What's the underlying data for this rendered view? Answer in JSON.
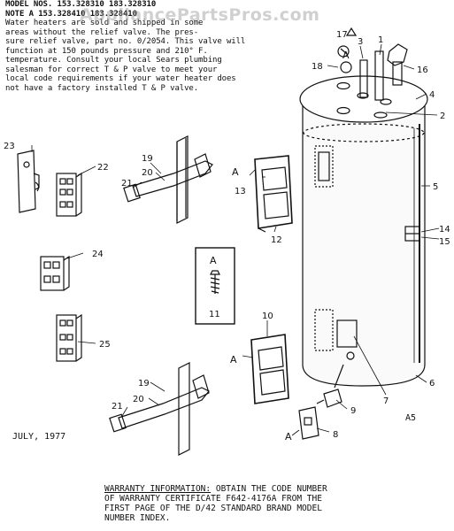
{
  "header": {
    "lines": [
      "MODEL NOS.  153.328310 183.328310",
      "NOTE A      153.328410 183.328410",
      "Water heaters are sold and shipped in some",
      "areas without the relief valve. The pres-",
      "sure relief valve, part no. 0/2054. This valve will",
      "function at 150 pounds pressure and 210° F.",
      "temperature. Consult your local Sears plumbing",
      "salesman for correct T & P valve to meet your",
      "local code requirements if your water heater does",
      "not have a factory installed T & P valve."
    ]
  },
  "watermark": "AppliancePartsPros.com",
  "date": "JULY, 1977",
  "diagram_code": "A5",
  "part_labels": [
    "1",
    "2",
    "3",
    "4",
    "5",
    "6",
    "7",
    "8",
    "9",
    "10",
    "11",
    "12",
    "13",
    "14",
    "15",
    "16",
    "17",
    "18",
    "19",
    "20",
    "21",
    "22",
    "23",
    "24",
    "25"
  ],
  "note_marker": "A",
  "warranty": {
    "heading": "WARRANTY INFORMATION:",
    "lines": [
      "OBTAIN THE CODE NUMBER",
      "OF WARRANTY CERTIFICATE F642-4176A  FROM THE",
      "FIRST PAGE OF THE D/42 STANDARD BRAND MODEL",
      "NUMBER INDEX."
    ]
  }
}
